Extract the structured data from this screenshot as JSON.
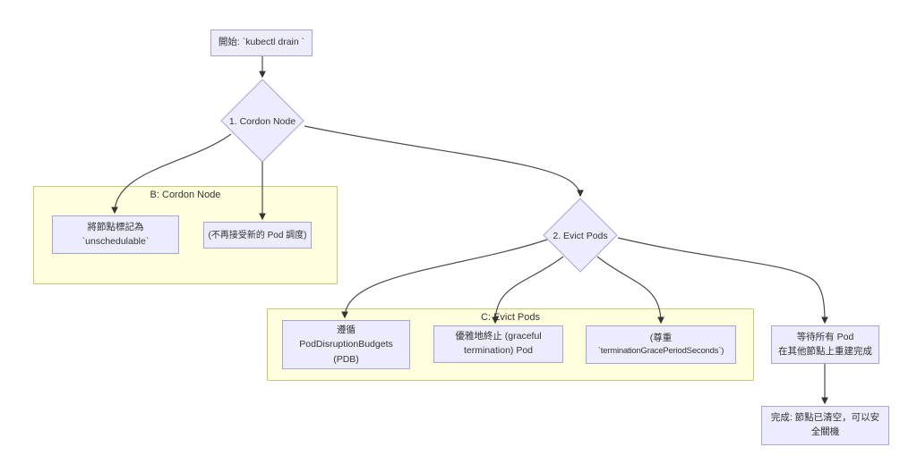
{
  "flowchart": {
    "nodes": {
      "start": {
        "label": "開始: `kubectl drain `"
      },
      "decision1": {
        "label": "1. Cordon Node"
      },
      "mark_unschedulable": {
        "lines": [
          "將節點標記為",
          "`unschedulable`"
        ]
      },
      "no_new_pods": {
        "lines": [
          "(不再接受新的 Pod 調度)"
        ]
      },
      "decision2": {
        "label": "2. Evict Pods"
      },
      "pdb": {
        "lines": [
          "遵循",
          "PodDisruptionBudgets",
          "(PDB)"
        ]
      },
      "graceful": {
        "lines": [
          "優雅地終止 (graceful",
          "termination) Pod"
        ]
      },
      "grace_seconds": {
        "lines": [
          "(尊重",
          "`terminationGracePeriodSeconds`)"
        ]
      },
      "wait_rebuild": {
        "lines": [
          "等待所有 Pod",
          "在其他節點上重建完成"
        ]
      },
      "done": {
        "lines": [
          "完成: 節點已清空，可以安",
          "全關機"
        ]
      }
    },
    "clusters": {
      "b": {
        "label": "B: Cordon Node"
      },
      "c": {
        "label": "C: Evict Pods"
      }
    },
    "colors": {
      "node_fill": "#ECECFF",
      "node_border": "#ABA3DC",
      "cluster_fill": "#FFFFDE",
      "cluster_border": "#C9C97D",
      "edge": "#4A4A4A",
      "text": "#333333"
    }
  }
}
